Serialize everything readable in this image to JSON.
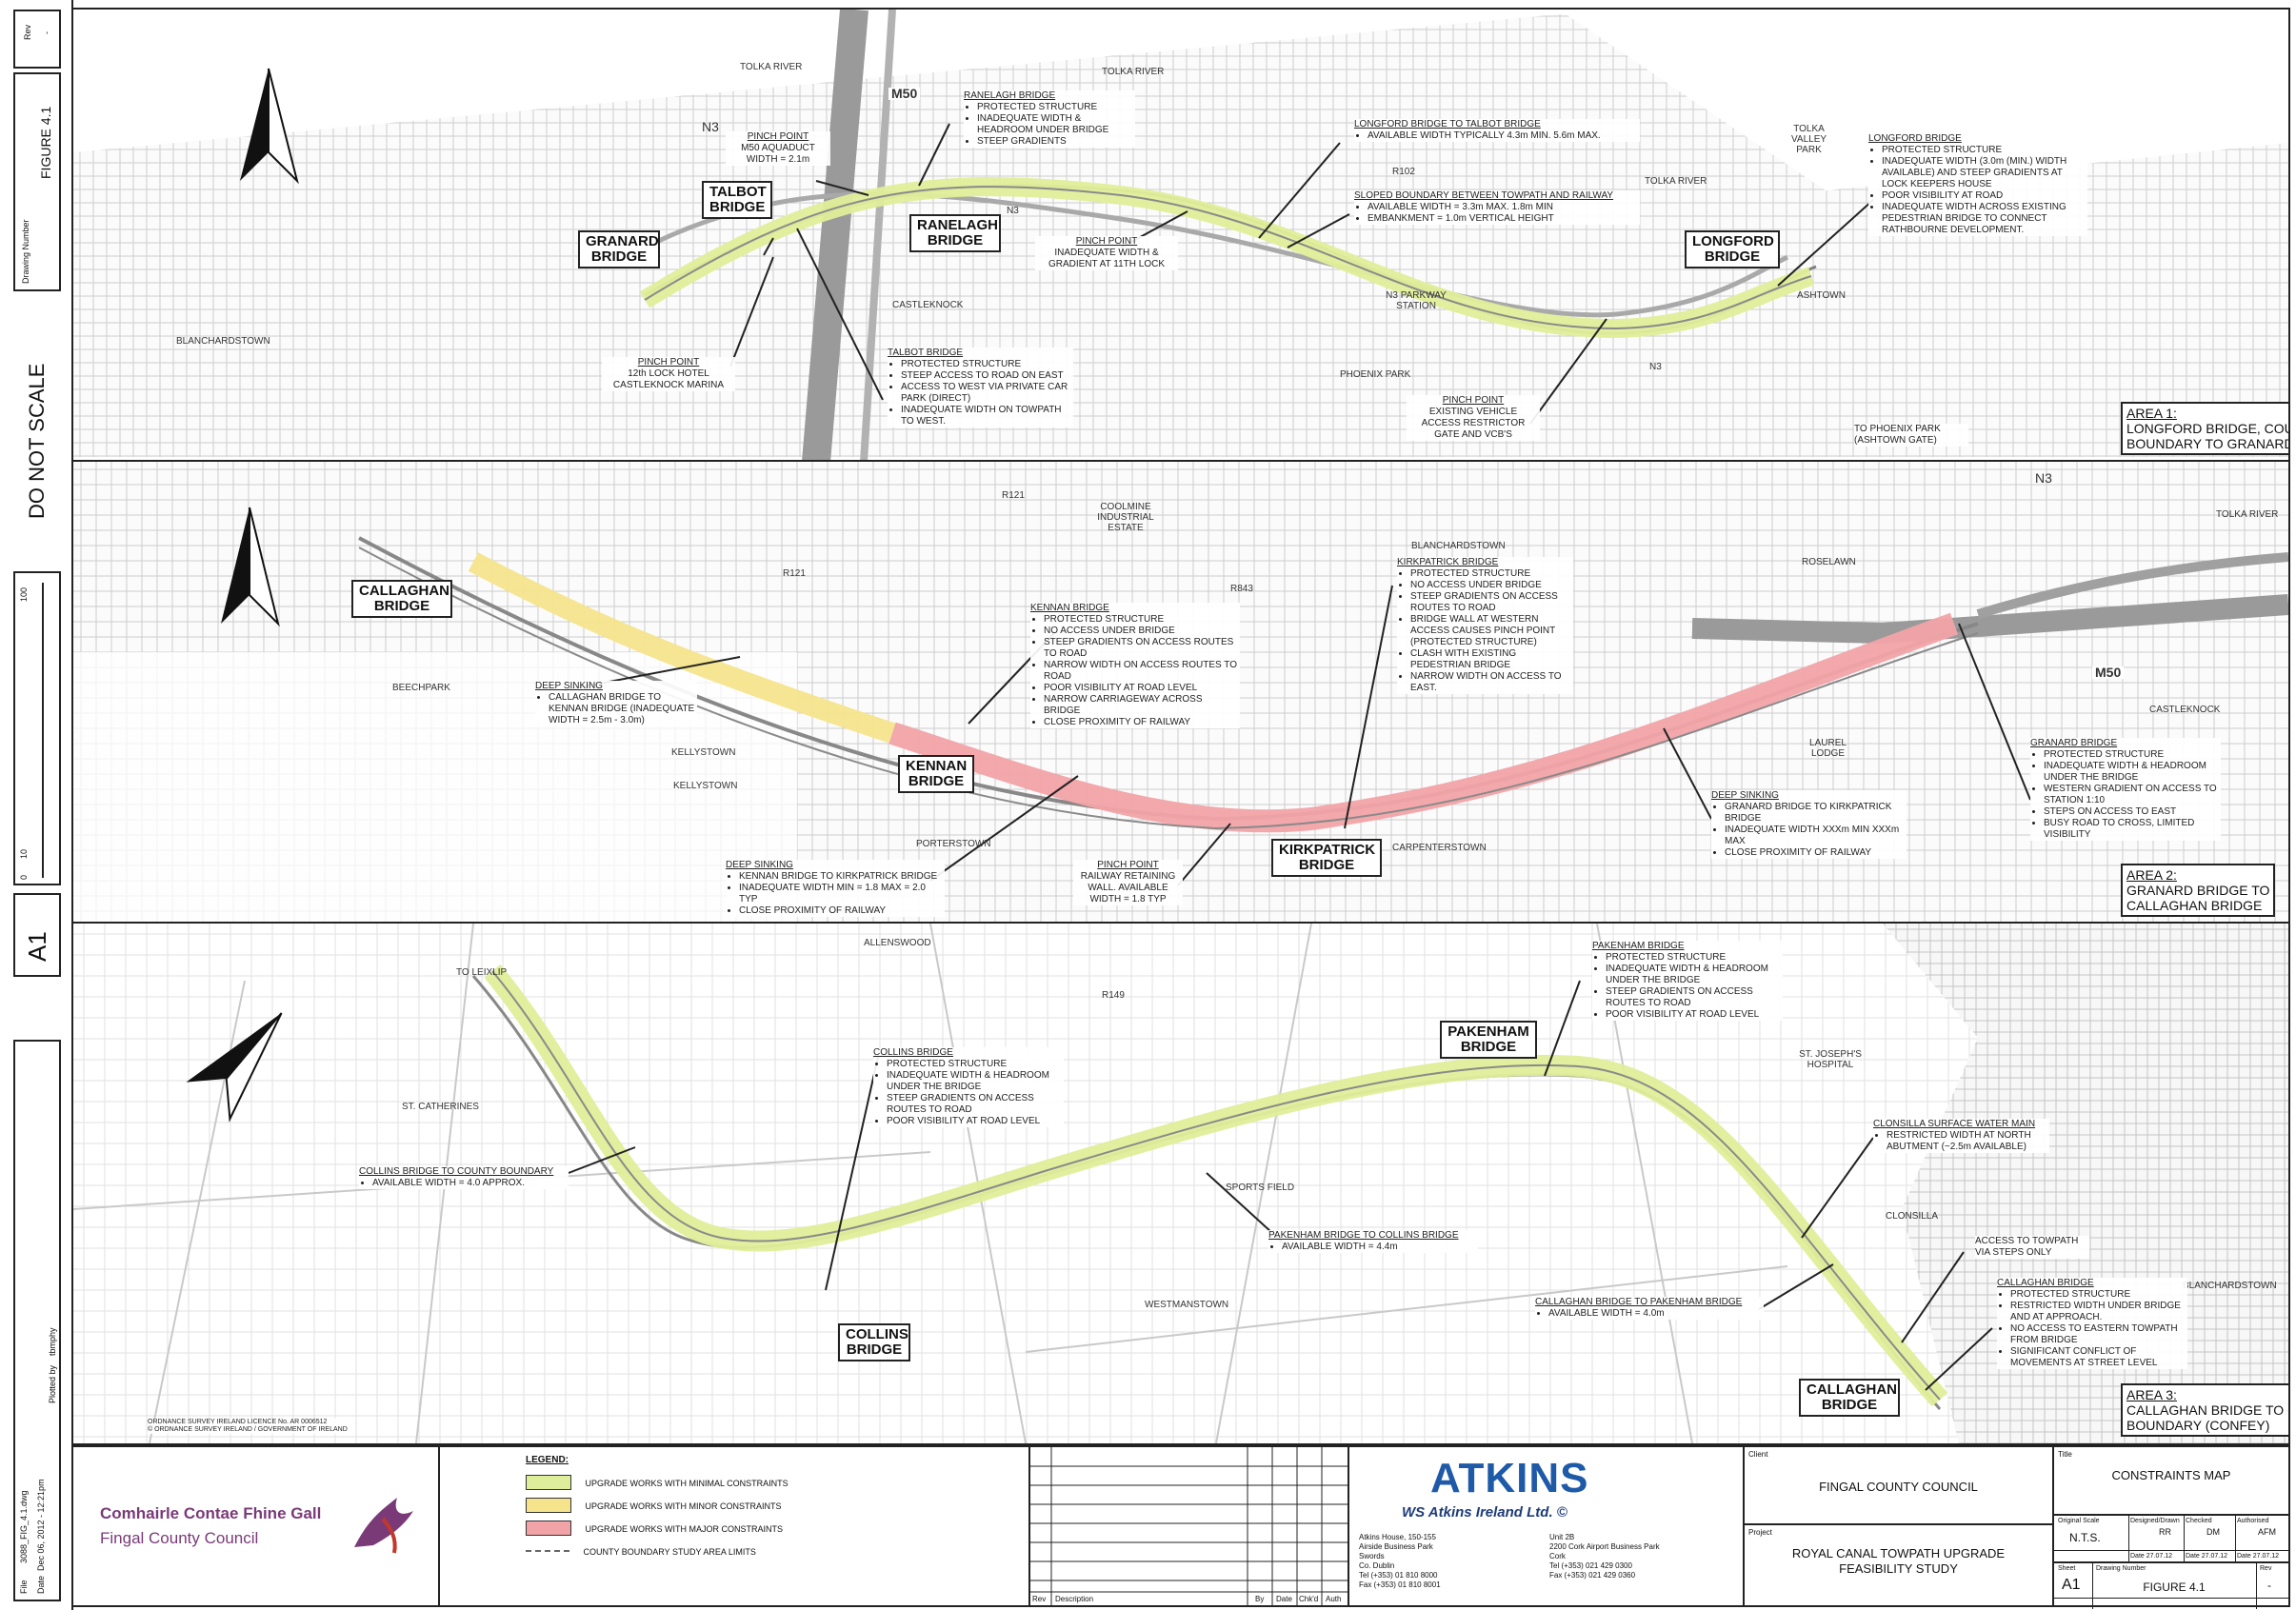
{
  "sheet": {
    "rev_label": "Rev",
    "rev_value": "-",
    "drawing_number_label": "Drawing Number",
    "figure": "FIGURE 4.1",
    "do_not_scale": "DO NOT SCALE",
    "size": "A1",
    "scale_ticks": [
      "100",
      "10",
      "0"
    ],
    "file_label": "File",
    "file_value": "3088_FIG_4.1.dwg",
    "date_label": "Date",
    "date_value": "Dec 06, 2012 - 12:21pm",
    "plotted_label": "Plotted by",
    "plotted_value": "tbmphy",
    "osi_text": [
      "ORDNANCE SURVEY IRELAND LICENCE No. AR 0006512",
      "© ORDNANCE SURVEY IRELAND / GOVERNMENT OF IRELAND"
    ]
  },
  "colors": {
    "minimal": "#dfee9a",
    "minor": "#f6e48c",
    "major": "#f2a3a8",
    "route_gray": "#8a8a8a",
    "map_gray": "#bfbfbf",
    "atkins_blue": "#1e5aa8",
    "fcc_purple": "#7a3a78"
  },
  "panel1": {
    "places": [
      "TOLKA RIVER",
      "TOLKA RIVER",
      "M50",
      "N3",
      "N3",
      "TOLKA VALLEY PARK",
      "R102",
      "TOLKA RIVER",
      "CASTLEKNOCK",
      "BLANCHARDSTOWN",
      "N3 PARKWAY STATION",
      "ASHTOWN",
      "N3",
      "PHOENIX PARK"
    ],
    "bridges": [
      "GRANARD BRIDGE",
      "TALBOT BRIDGE",
      "RANELAGH BRIDGE",
      "LONGFORD BRIDGE"
    ],
    "notes": {
      "pinch_aqueduct": {
        "title": "PINCH POINT",
        "lines": [
          "M50 AQUADUCT",
          "WIDTH = 2.1m"
        ]
      },
      "ranelagh": {
        "title": "RANELAGH BRIDGE",
        "items": [
          "PROTECTED STRUCTURE",
          "INADEQUATE WIDTH & HEADROOM UNDER BRIDGE",
          "STEEP GRADIENTS"
        ]
      },
      "longford_talbot": {
        "title": "LONGFORD BRIDGE TO TALBOT BRIDGE",
        "items": [
          "AVAILABLE WIDTH TYPICALLY 4.3m MIN. 5.6m MAX."
        ]
      },
      "sloped": {
        "title": "SLOPED BOUNDARY BETWEEN TOWPATH AND RAILWAY",
        "items": [
          "AVAILABLE WIDTH = 3.3m MAX. 1.8m MIN",
          "EMBANKMENT = 1.0m VERTICAL HEIGHT"
        ]
      },
      "longford": {
        "title": "LONGFORD BRIDGE",
        "items": [
          "PROTECTED STRUCTURE",
          "INADEQUATE WIDTH (3.0m (MIN.) WIDTH AVAILABLE) AND STEEP GRADIENTS AT LOCK KEEPERS HOUSE",
          "POOR VISIBILITY AT ROAD",
          "INADEQUATE WIDTH ACROSS EXISTING PEDESTRIAN BRIDGE TO CONNECT RATHBOURNE DEVELOPMENT."
        ]
      },
      "pinch_11th": {
        "title": "PINCH POINT",
        "lines": [
          "INADEQUATE WIDTH &",
          "GRADIENT AT 11TH LOCK"
        ]
      },
      "pinch_12th": {
        "title": "PINCH POINT",
        "lines": [
          "12th LOCK HOTEL",
          "CASTLEKNOCK MARINA"
        ]
      },
      "talbot": {
        "title": "TALBOT BRIDGE",
        "items": [
          "PROTECTED STRUCTURE",
          "STEEP ACCESS TO ROAD ON EAST",
          "ACCESS TO WEST VIA PRIVATE CAR PARK (DIRECT)",
          "INADEQUATE WIDTH ON TOWPATH TO WEST."
        ]
      },
      "pinch_vehicle": {
        "title": "PINCH POINT",
        "lines": [
          "EXISTING VEHICLE",
          "ACCESS RESTRICTOR",
          "GATE AND VCB'S"
        ]
      },
      "phoenix": {
        "title": "",
        "lines": [
          "TO PHOENIX PARK",
          "(ASHTOWN GATE)"
        ]
      }
    },
    "area": {
      "title": "AREA 1:",
      "lines": [
        "LONGFORD BRIDGE, COUNTY",
        "BOUNDARY TO GRANARD BRIDGE"
      ]
    }
  },
  "panel2": {
    "places": [
      "COOLMINE INDUSTRIAL ESTATE",
      "R121",
      "R121",
      "R843",
      "BLANCHARDSTOWN",
      "ROSELAWN",
      "N3",
      "TOLKA RIVER",
      "M50",
      "CASTLEKNOCK",
      "BEECHPARK",
      "KELLYSTOWN",
      "KELLYSTOWN",
      "LAUREL LODGE",
      "PORTERSTOWN",
      "CARPENTERSTOWN"
    ],
    "bridges": [
      "CALLAGHAN BRIDGE",
      "KENNAN BRIDGE",
      "KIRKPATRICK BRIDGE"
    ],
    "notes": {
      "kennan": {
        "title": "KENNAN BRIDGE",
        "items": [
          "PROTECTED STRUCTURE",
          "NO ACCESS UNDER BRIDGE",
          "STEEP GRADIENTS ON ACCESS ROUTES TO ROAD",
          "NARROW WIDTH ON ACCESS ROUTES TO ROAD",
          "POOR VISIBILITY AT ROAD LEVEL",
          "NARROW CARRIAGEWAY ACROSS BRIDGE",
          "CLOSE PROXIMITY OF RAILWAY"
        ]
      },
      "kirkpatrick": {
        "title": "KIRKPATRICK BRIDGE",
        "items": [
          "PROTECTED STRUCTURE",
          "NO ACCESS UNDER BRIDGE",
          "STEEP GRADIENTS ON ACCESS ROUTES TO ROAD",
          "BRIDGE WALL AT WESTERN ACCESS CAUSES PINCH POINT (PROTECTED STRUCTURE)",
          "CLASH WITH EXISTING PEDESTRIAN BRIDGE",
          "NARROW WIDTH ON ACCESS TO EAST."
        ]
      },
      "deep_callaghan": {
        "title": "DEEP SINKING",
        "items": [
          "CALLAGHAN BRIDGE TO KENNAN BRIDGE (INADEQUATE WIDTH = 2.5m - 3.0m)"
        ]
      },
      "deep_kennan": {
        "title": "DEEP SINKING",
        "items": [
          "KENNAN BRIDGE TO KIRKPATRICK BRIDGE",
          "INADEQUATE WIDTH MIN = 1.8 MAX = 2.0 TYP",
          "CLOSE PROXIMITY OF RAILWAY"
        ]
      },
      "pinch_railway": {
        "title": "PINCH POINT",
        "lines": [
          "RAILWAY RETAINING",
          "WALL. AVAILABLE",
          "WIDTH = 1.8 TYP"
        ]
      },
      "deep_granard": {
        "title": "DEEP SINKING",
        "items": [
          "GRANARD BRIDGE TO KIRKPATRICK BRIDGE",
          "INADEQUATE WIDTH XXXm MIN XXXm MAX",
          "CLOSE PROXIMITY OF RAILWAY"
        ]
      },
      "granard": {
        "title": "GRANARD BRIDGE",
        "items": [
          "PROTECTED STRUCTURE",
          "INADEQUATE WIDTH & HEADROOM UNDER THE BRIDGE",
          "WESTERN GRADIENT ON ACCESS TO STATION 1:10",
          "STEPS ON ACCESS TO EAST",
          "BUSY ROAD TO CROSS, LIMITED VISIBILITY"
        ]
      }
    },
    "area": {
      "title": "AREA 2:",
      "lines": [
        "GRANARD BRIDGE TO",
        "CALLAGHAN BRIDGE"
      ]
    }
  },
  "panel3": {
    "places": [
      "TO LEIXLIP",
      "ALLENSWOOD",
      "R149",
      "ST. CATHERINES",
      "SPORTS FIELD",
      "WESTMANSTOWN",
      "ST. JOSEPH'S HOSPITAL",
      "CLONSILLA",
      "BLANCHARDSTOWN"
    ],
    "bridges": [
      "PAKENHAM BRIDGE",
      "COLLINS BRIDGE",
      "CALLAGHAN BRIDGE"
    ],
    "notes": {
      "collins": {
        "title": "COLLINS BRIDGE",
        "items": [
          "PROTECTED STRUCTURE",
          "INADEQUATE WIDTH & HEADROOM UNDER THE BRIDGE",
          "STEEP GRADIENTS ON ACCESS ROUTES TO ROAD",
          "POOR VISIBILITY AT ROAD LEVEL"
        ]
      },
      "pakenham": {
        "title": "PAKENHAM BRIDGE",
        "items": [
          "PROTECTED STRUCTURE",
          "INADEQUATE WIDTH & HEADROOM UNDER THE BRIDGE",
          "STEEP GRADIENTS ON ACCESS ROUTES TO ROAD",
          "POOR VISIBILITY AT ROAD LEVEL"
        ]
      },
      "collins_county": {
        "title": "COLLINS BRIDGE TO COUNTY BOUNDARY",
        "items": [
          "AVAILABLE WIDTH = 4.0 APPROX."
        ]
      },
      "pak_collins": {
        "title": "PAKENHAM BRIDGE TO COLLINS BRIDGE",
        "items": [
          "AVAILABLE WIDTH = 4.4m"
        ]
      },
      "clonsilla": {
        "title": "CLONSILLA SURFACE WATER MAIN",
        "items": [
          "RESTRICTED WIDTH AT NORTH ABUTMENT (~2.5m AVAILABLE)"
        ]
      },
      "access_steps": {
        "title": "",
        "lines": [
          "ACCESS TO TOWPATH",
          "VIA STEPS ONLY"
        ]
      },
      "call_pak": {
        "title": "CALLAGHAN BRIDGE TO PAKENHAM BRIDGE",
        "items": [
          "AVAILABLE WIDTH = 4.0m"
        ]
      },
      "callaghan": {
        "title": "CALLAGHAN BRIDGE",
        "items": [
          "PROTECTED STRUCTURE",
          "RESTRICTED WIDTH UNDER BRIDGE AND AT APPROACH.",
          "NO ACCESS TO EASTERN TOWPATH FROM BRIDGE",
          "SIGNIFICANT CONFLICT OF MOVEMENTS AT STREET LEVEL"
        ]
      }
    },
    "area": {
      "title": "AREA 3:",
      "lines": [
        "CALLAGHAN BRIDGE TO COUNTY",
        "BOUNDARY (CONFEY)"
      ]
    }
  },
  "titleblock": {
    "fcc_irish": "Comhairle Contae Fhine Gall",
    "fcc_english": "Fingal County Council",
    "legend_title": "LEGEND:",
    "legend": [
      {
        "label": "UPGRADE WORKS WITH MINIMAL CONSTRAINTS",
        "color": "#dfee9a"
      },
      {
        "label": "UPGRADE WORKS WITH MINOR CONSTRAINTS",
        "color": "#f6e48c"
      },
      {
        "label": "UPGRADE WORKS WITH MAJOR CONSTRAINTS",
        "color": "#f2a3a8"
      },
      {
        "label": "COUNTY BOUNDARY STUDY AREA LIMITS",
        "color": "dashed"
      }
    ],
    "rev_headers": [
      "Rev",
      "Description",
      "By",
      "Date",
      "Chk'd",
      "Auth"
    ],
    "atkins": "ATKINS",
    "atkins_sub": "WS Atkins Ireland Ltd.  ©",
    "addr1": [
      "Atkins House, 150-155",
      "Airside Business Park",
      "Swords",
      "Co. Dublin",
      "Tel (+353) 01 810 8000",
      "Fax (+353) 01 810 8001"
    ],
    "addr2": [
      "Unit 2B",
      "2200 Cork Airport Business Park",
      "Cork",
      "",
      "Tel (+353) 021 429 0300",
      "Fax (+353) 021 429 0360"
    ],
    "client_label": "Client",
    "client": "FINGAL COUNTY COUNCIL",
    "project_label": "Project",
    "project": [
      "ROYAL CANAL TOWPATH UPGRADE",
      "FEASIBILITY STUDY"
    ],
    "title_label": "Title",
    "title": "CONSTRAINTS MAP",
    "orig_scale_label": "Original Scale",
    "orig_scale": "N.T.S.",
    "designed_label": "Designed/Drawn",
    "designed": "RR",
    "checked_label": "Checked",
    "checked": "DM",
    "authorised_label": "Authorised",
    "authorised": "AFM",
    "date_label": "Date",
    "date1": "27.07.12",
    "date2": "27.07.12",
    "date3": "27.07.12",
    "sheet_label": "Sheet",
    "sheet": "A1",
    "drawing_label": "Drawing Number",
    "drawing": "FIGURE 4.1",
    "rev_label": "Rev",
    "rev": "-"
  }
}
